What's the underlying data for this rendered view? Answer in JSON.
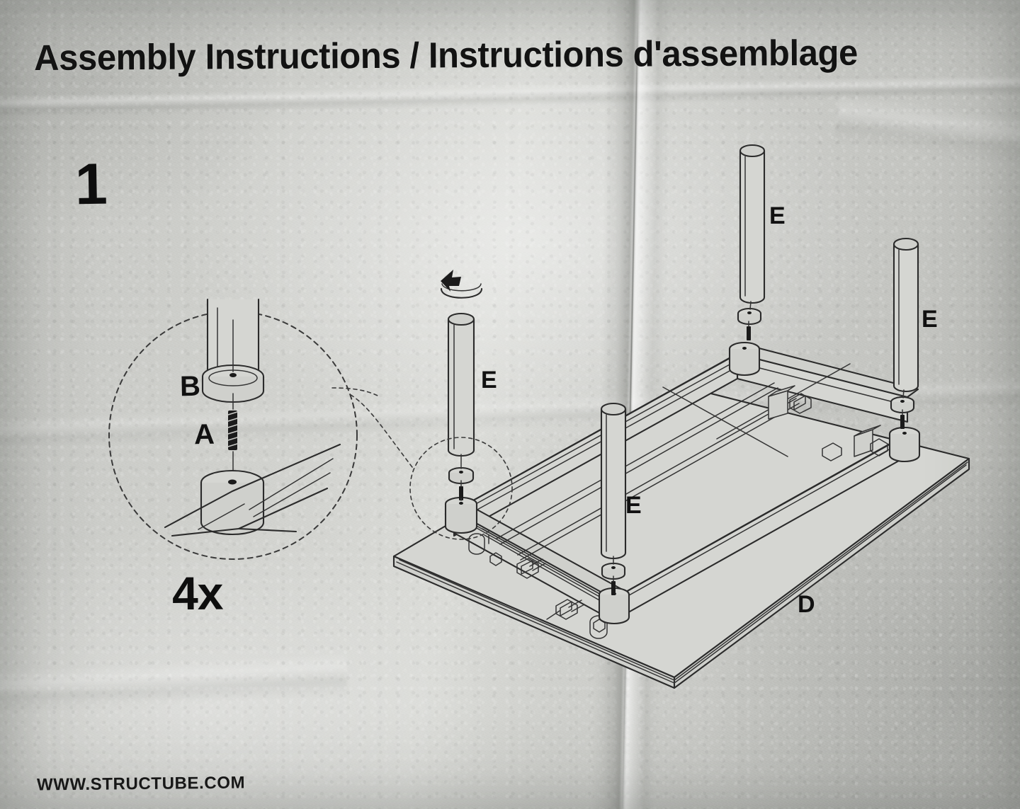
{
  "document": {
    "title": "Assembly Instructions / Instructions d'assemblage",
    "footer_url": "WWW.STRUCTUBE.COM",
    "step_number": "1",
    "quantity_note": "4x",
    "medium": "photographed printed paper sheet",
    "paper_color": "#cdcec9",
    "ink_color": "#1b1b1b"
  },
  "detail_callout": {
    "name": "magnified-leg-attachment-detail",
    "parts": [
      {
        "id": "B",
        "label": "B",
        "description": "washer"
      },
      {
        "id": "A",
        "label": "A",
        "description": "threaded bolt"
      }
    ]
  },
  "main_diagram": {
    "name": "exploded-table-assembly",
    "rotation_hint": "clockwise-turn-arrow",
    "parts": [
      {
        "id": "E",
        "label": "E",
        "description": "table leg",
        "position": "front-left"
      },
      {
        "id": "E",
        "label": "E",
        "description": "table leg",
        "position": "front-right"
      },
      {
        "id": "E",
        "label": "E",
        "description": "table leg",
        "position": "back-left"
      },
      {
        "id": "E",
        "label": "E",
        "description": "table leg",
        "position": "back-right"
      },
      {
        "id": "D",
        "label": "D",
        "description": "table top with frame"
      }
    ],
    "leg_labels": [
      "E",
      "E",
      "E",
      "E"
    ],
    "top_label": "D"
  }
}
